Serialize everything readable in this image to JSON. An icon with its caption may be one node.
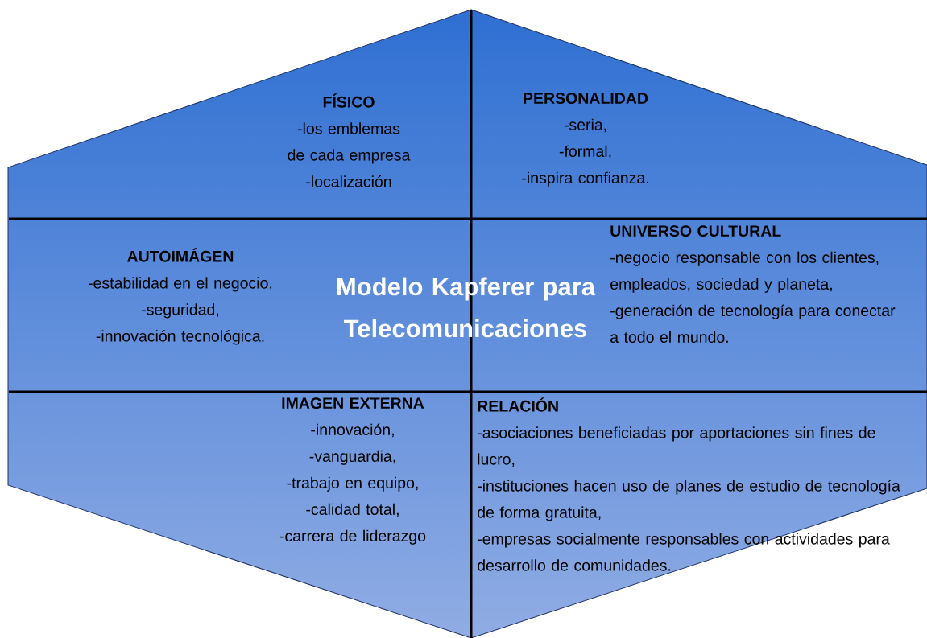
{
  "diagram": {
    "title": "Modelo Kapferer para Telecomunicaciones",
    "nodes": [
      {
        "text": [
          "FÍSICO",
          "-los emblemas de cada empresa",
          "-localización"
        ]
      },
      {
        "text": [
          "PERSONALIDAD",
          "-seria,",
          "-formal,",
          "-inspira confianza."
        ]
      },
      {
        "text": [
          "AUTOIMÁGEN",
          "-estabilidad en el negocio,",
          "-seguridad,",
          "-innovación tecnológica."
        ]
      },
      {
        "text": [
          "UNIVERSO CULTURAL",
          "-negocio responsable con los clientes, empleados, sociedad y planeta,",
          "-generación de tecnología para conectar a todo el mundo."
        ]
      },
      {
        "text": [
          "IMAGEN EXTERNA",
          "-innovación,",
          "-vanguardia,",
          "-trabajo en equipo,",
          "-calidad total,",
          "-carrera de liderazgo"
        ]
      },
      {
        "text": [
          "RELACIÓN",
          "-asociaciones beneficiadas por aportaciones sin fines de lucro,",
          "-instituciones hacen uso de planes de estudio de tecnología de forma gratuita,",
          "-empresas socialmente responsables con actividades para desarrollo de comunidades."
        ]
      }
    ]
  }
}
